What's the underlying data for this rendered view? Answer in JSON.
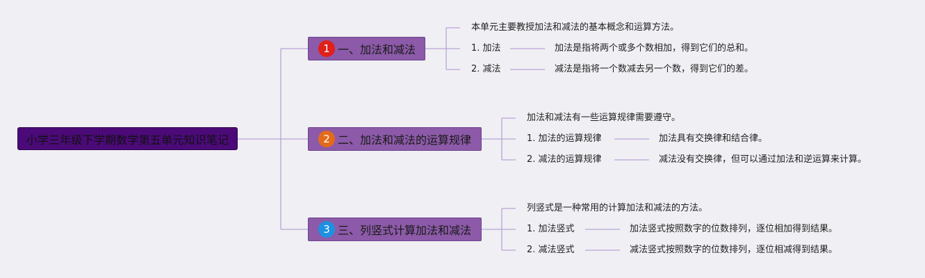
{
  "root": {
    "label": "小学三年级下学期数学第五单元知识笔记"
  },
  "branches": [
    {
      "number": "1",
      "label": "一、加法和减法",
      "summary": "本单元主要教授加法和减法的基本概念和运算方法。",
      "items": [
        {
          "label": "1. 加法",
          "detail": "加法是指将两个或多个数相加，得到它们的总和。"
        },
        {
          "label": "2. 减法",
          "detail": "减法是指将一个数减去另一个数，得到它们的差。"
        }
      ]
    },
    {
      "number": "2",
      "label": "二、加法和减法的运算规律",
      "summary": "加法和减法有一些运算规律需要遵守。",
      "items": [
        {
          "label": "1. 加法的运算规律",
          "detail": "加法具有交换律和结合律。"
        },
        {
          "label": "2. 减法的运算规律",
          "detail": "减法没有交换律，但可以通过加法和逆运算来计算。"
        }
      ]
    },
    {
      "number": "3",
      "label": "三、列竖式计算加法和减法",
      "summary": "列竖式是一种常用的计算加法和减法的方法。",
      "items": [
        {
          "label": "1. 加法竖式",
          "detail": "加法竖式按照数字的位数排列，逐位相加得到结果。"
        },
        {
          "label": "2. 减法竖式",
          "detail": "减法竖式按照数字的位数排列，逐位相减得到结果。"
        }
      ]
    }
  ],
  "colors": {
    "root_fill": "#4b0a78",
    "branch_fill": "#8c5aa8",
    "connector": "#b9a3d3",
    "badge_1": "#e0201a",
    "badge_2": "#e46a1a",
    "badge_3": "#1e90e0"
  }
}
